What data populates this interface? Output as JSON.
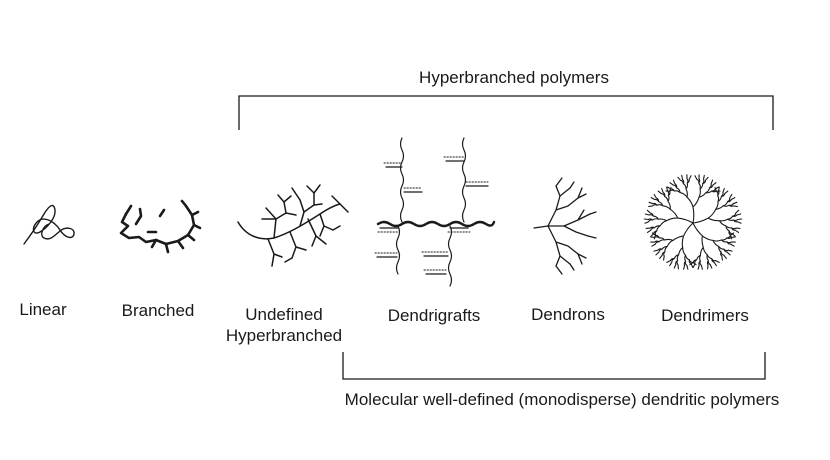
{
  "top_bracket_label": "Hyperbranched polymers",
  "bottom_bracket_label": "Molecular well-defined (monodisperse) dendritic polymers",
  "architectures": [
    {
      "id": "linear",
      "label": [
        "Linear"
      ]
    },
    {
      "id": "branched",
      "label": [
        "Branched"
      ]
    },
    {
      "id": "undefined-hyperbranched",
      "label": [
        "Undefined",
        "Hyperbranched"
      ]
    },
    {
      "id": "dendrigrafts",
      "label": [
        "Dendrigrafts"
      ]
    },
    {
      "id": "dendrons",
      "label": [
        "Dendrons"
      ]
    },
    {
      "id": "dendrimers",
      "label": [
        "Dendrimers"
      ]
    }
  ],
  "colors": {
    "ink": "#1a1a1a",
    "background": "#ffffff"
  }
}
